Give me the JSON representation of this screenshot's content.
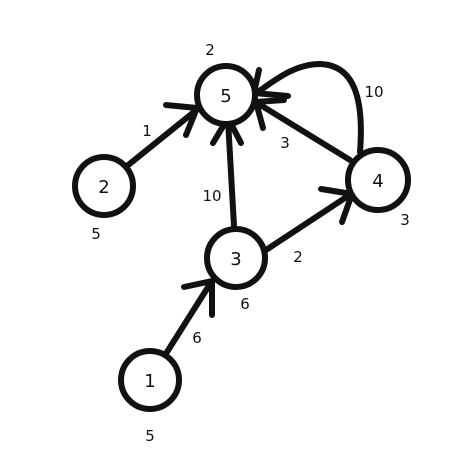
{
  "graph": {
    "nodes": [
      {
        "id": "1",
        "label": "1",
        "value": "5"
      },
      {
        "id": "2",
        "label": "2",
        "value": "5"
      },
      {
        "id": "3",
        "label": "3",
        "value": "6"
      },
      {
        "id": "4",
        "label": "4",
        "value": "3"
      },
      {
        "id": "5",
        "label": "5",
        "value": "2"
      }
    ],
    "edges": [
      {
        "from": "1",
        "to": "3",
        "weight": "6"
      },
      {
        "from": "2",
        "to": "5",
        "weight": "1"
      },
      {
        "from": "3",
        "to": "5",
        "weight": "10"
      },
      {
        "from": "3",
        "to": "4",
        "weight": "2"
      },
      {
        "from": "4",
        "to": "5",
        "weight": "3"
      },
      {
        "from": "4",
        "to": "5",
        "weight": "10"
      }
    ]
  },
  "colors": {
    "ink": "#111111",
    "background": "#ffffff"
  }
}
